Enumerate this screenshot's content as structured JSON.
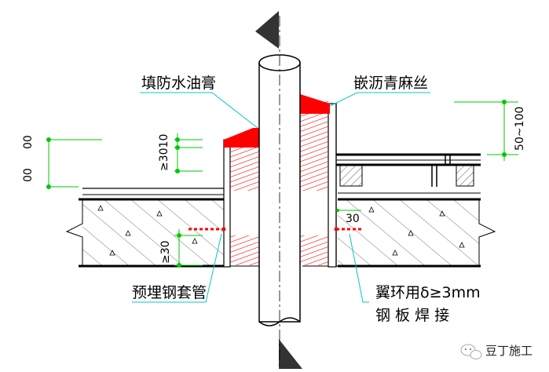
{
  "labels": {
    "fill_grease": "填防水油膏",
    "asphalt_hemp": "嵌沥青麻丝",
    "embedded_sleeve": "预埋钢套管",
    "wing_ring_line1": "翼环用δ≥3mm",
    "wing_ring_line2": "钢 板 焊 接"
  },
  "dimensions": {
    "gap_range": "50~100",
    "sleeve_above": "≥3010",
    "sleeve_left_30": "≥30",
    "weld_30": "30",
    "left_cut_a": "00",
    "left_cut_b": "00"
  },
  "watermark": {
    "text": "豆丁施工",
    "icon": "wechat-icon"
  },
  "colors": {
    "hatch_red": "#ff0000",
    "dimension_green": "#00c800",
    "leader_cyan": "#00c8c8",
    "line_black": "#000000"
  }
}
